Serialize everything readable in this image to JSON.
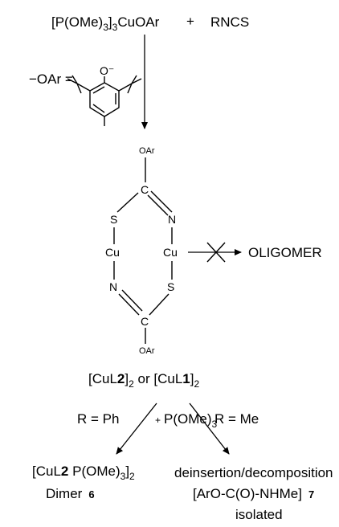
{
  "reaction": {
    "reactant_complex": {
      "pre": "[P(OMe)",
      "sub1": "3",
      "mid": "]",
      "sub2": "3",
      "post": "CuOAr"
    },
    "plus": "+",
    "reactant_isothiocyanate": "RNCS",
    "aryloxide_definition": {
      "label": "−OAr =",
      "charge": "O⁻"
    }
  },
  "intermediate": {
    "atoms": {
      "top_c": "C",
      "bottom_c": "C",
      "left_s": "S",
      "right_s": "S",
      "left_cu": "Cu",
      "right_cu": "Cu",
      "top_n": "N",
      "bottom_n": "N",
      "top_oar": "OAr",
      "bottom_oar": "OAr"
    },
    "oligomer_label": "OLIGOMER",
    "caption": {
      "p1": "[CuL",
      "b1": "2",
      "p2": "]",
      "s1": "2",
      "p3": " or [CuL",
      "b2": "1",
      "p4": "]",
      "s2": "2"
    }
  },
  "branches": {
    "left_condition": "R = Ph",
    "reagent": {
      "plus": "+",
      "pre": "P(OMe)",
      "sub": "3"
    },
    "right_condition": "R = Me",
    "left_product": {
      "pre": "[CuL",
      "bold": "2",
      "mid": " P(OMe)",
      "s1": "3",
      "close": "]",
      "s2": "2",
      "name": "Dimer",
      "number": "6"
    },
    "right_product": {
      "line1": "deinsertion/decomposition",
      "formula": "[ArO-C(O)-NHMe]",
      "number": "7",
      "line3": "isolated"
    }
  }
}
